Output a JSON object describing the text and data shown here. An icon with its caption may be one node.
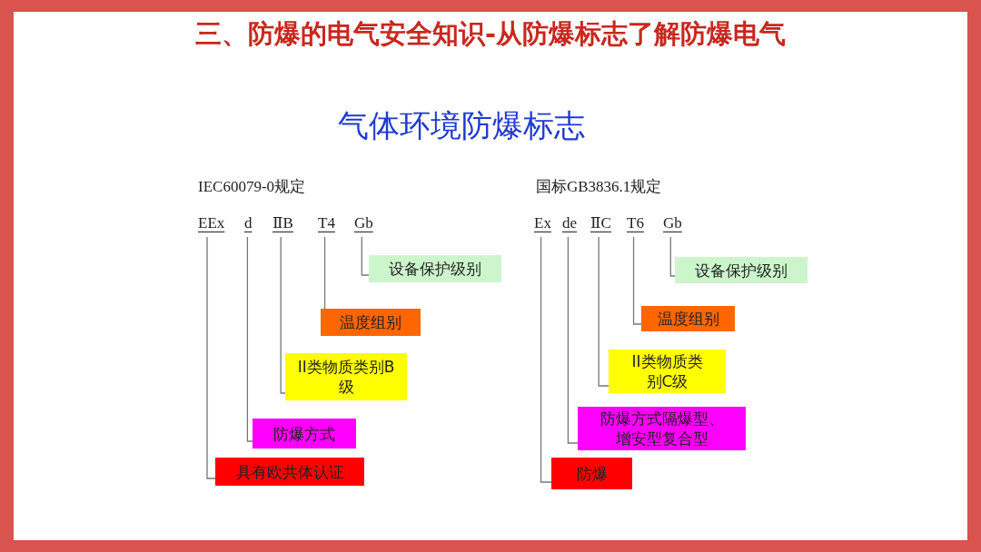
{
  "diagram": {
    "title": "三、防爆的电气安全知识-从防爆标志了解防爆电气",
    "nodes": [
      {
        "text": [
          "EEx"
        ]
      },
      {
        "text": [
          "d"
        ]
      },
      {
        "text": [
          "ⅡB"
        ]
      },
      {
        "text": [
          "T4"
        ]
      },
      {
        "text": [
          "Gb"
        ]
      },
      {
        "text": [
          "设备保护级别"
        ]
      },
      {
        "text": [
          "温度组别"
        ]
      },
      {
        "text": [
          "II类物质类别B级"
        ]
      },
      {
        "text": [
          "防爆方式"
        ]
      },
      {
        "text": [
          "具有欧共体认证"
        ]
      },
      {
        "text": [
          "Ex"
        ]
      },
      {
        "text": [
          "de"
        ]
      },
      {
        "text": [
          "ⅡC"
        ]
      },
      {
        "text": [
          "T6"
        ]
      },
      {
        "text": [
          "Gb"
        ]
      },
      {
        "text": [
          "设备保护级别"
        ]
      },
      {
        "text": [
          "温度组别"
        ]
      },
      {
        "text": [
          "II类物质类别C级"
        ]
      },
      {
        "text": [
          "防爆方式隔爆型、增安型复合型"
        ]
      },
      {
        "text": [
          "防爆"
        ]
      }
    ],
    "edges": [
      {
        "from": 4,
        "to": 5,
        "arrow": "none"
      },
      {
        "from": 3,
        "to": 6,
        "arrow": "none"
      },
      {
        "from": 2,
        "to": 7,
        "arrow": "none"
      },
      {
        "from": 1,
        "to": 8,
        "arrow": "none"
      },
      {
        "from": 0,
        "to": 9,
        "arrow": "none"
      },
      {
        "from": 14,
        "to": 15,
        "arrow": "none"
      },
      {
        "from": 13,
        "to": 16,
        "arrow": "none"
      },
      {
        "from": 12,
        "to": 17,
        "arrow": "none"
      },
      {
        "from": 11,
        "to": 18,
        "arrow": "none"
      },
      {
        "from": 10,
        "to": 19,
        "arrow": "none"
      }
    ],
    "labels": [
      "气体环境防爆标志",
      "IEC60079-0规定",
      "国标GB3836.1规定"
    ]
  }
}
